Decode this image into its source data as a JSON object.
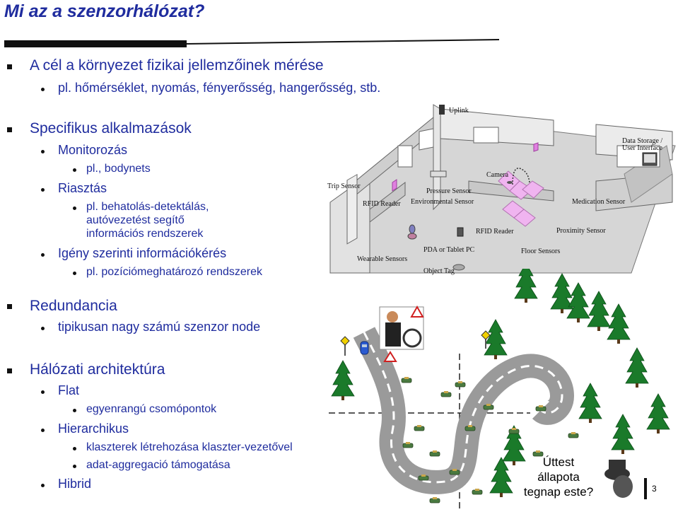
{
  "title": "Mi az a szenzorhálózat?",
  "bullets": {
    "b1": "A cél a környezet fizikai jellemzőinek mérése",
    "b1_sub1": "pl. hőmérséklet, nyomás, fényerősség, hangerősség, stb.",
    "b2": "Specifikus alkalmazások",
    "b2_sub1": "Monitorozás",
    "b2_sub1_sub1": "pl., bodynets",
    "b2_sub2": "Riasztás",
    "b2_sub2_sub1_line1": "pl. behatolás-detektálás,",
    "b2_sub2_sub1_line2": "autóvezetést segítő",
    "b2_sub2_sub1_line3": "információs rendszerek",
    "b2_sub3": "Igény szerinti információkérés",
    "b2_sub3_sub1": "pl. pozíciómeghatározó rendszerek",
    "b3": "Redundancia",
    "b3_sub1": "tipikusan nagy számú szenzor node",
    "b4": "Hálózati architektúra",
    "b4_sub1": "Flat",
    "b4_sub1_sub1": "egyenrangú csomópontok",
    "b4_sub2": "Hierarchikus",
    "b4_sub2_sub1": "klaszterek létrehozása klaszter-vezetővel",
    "b4_sub2_sub2": "adat-aggregació támogatása",
    "b4_sub3": "Hibrid"
  },
  "diagram": {
    "uplink": "Uplink",
    "data_storage_line1": "Data Storage /",
    "data_storage_line2": "User Interface",
    "camera": "Camera",
    "trip_sensor": "Trip Sensor",
    "pressure_sensor": "Pressure Sensor",
    "rfid_reader_1": "RFID Reader",
    "environmental_sensor": "Environmental Sensor",
    "medication_sensor": "Medication Sensor",
    "rfid_reader_2": "RFID Reader",
    "proximity_sensor": "Proximity Sensor",
    "pda": "PDA or Tablet PC",
    "floor_sensors": "Floor Sensors",
    "wearable_sensors": "Wearable Sensors",
    "object_tag": "Object Tag"
  },
  "caption": {
    "line1": "Úttest",
    "line2": "állapota",
    "line3": "tegnap este?"
  },
  "page_number": "3",
  "colors": {
    "heading": "#1f2c9e",
    "tree": "#1a7a2a",
    "road": "#9a9a9a",
    "floor": "#cfcfcf",
    "sensor_pink": "#f0b4f0"
  }
}
